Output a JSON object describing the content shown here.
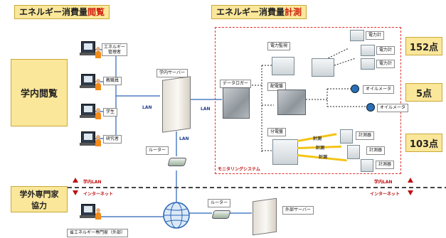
{
  "titles": {
    "consumption_browse_prefix": "エネルギー消費量",
    "consumption_browse_accent": "閲覧",
    "consumption_measure_prefix": "エネルギー消費量",
    "consumption_measure_accent": "計測"
  },
  "side_boxes": {
    "on_campus": "学内閲覧",
    "external_expert_line1": "学外専門家",
    "external_expert_line2": "協力"
  },
  "users": [
    {
      "label_line1": "エネルギー",
      "label_line2": "管理者"
    },
    {
      "label_line1": "教職員",
      "label_line2": ""
    },
    {
      "label_line1": "学生",
      "label_line2": ""
    },
    {
      "label_line1": "研究者",
      "label_line2": ""
    }
  ],
  "external_user_label": "省エネルギー専門家（外部）",
  "network": {
    "campus_server": "学内サーバー",
    "lan": "LAN",
    "router": "ルーター",
    "external_server": "外部サーバー",
    "data_logger": "データロガー",
    "campus_lan": "学内LAN",
    "internet": "インターネット"
  },
  "monitoring": {
    "system_label": "モニタリングシステム",
    "power_monitor": "電力監視",
    "distribution_panel": "配電盤",
    "panel_board": "分電盤",
    "power_meter": "電力計",
    "oil_meter": "オイルメータ",
    "measuring_device": "計測器",
    "bolt_label": "計測"
  },
  "counts": {
    "power": "152点",
    "oil": "5点",
    "panel": "103点"
  },
  "colors": {
    "title_bg": "#fbe79a",
    "accent_red": "#d02010",
    "line_blue": "#2a64b8",
    "monitor_border": "#e03030"
  }
}
